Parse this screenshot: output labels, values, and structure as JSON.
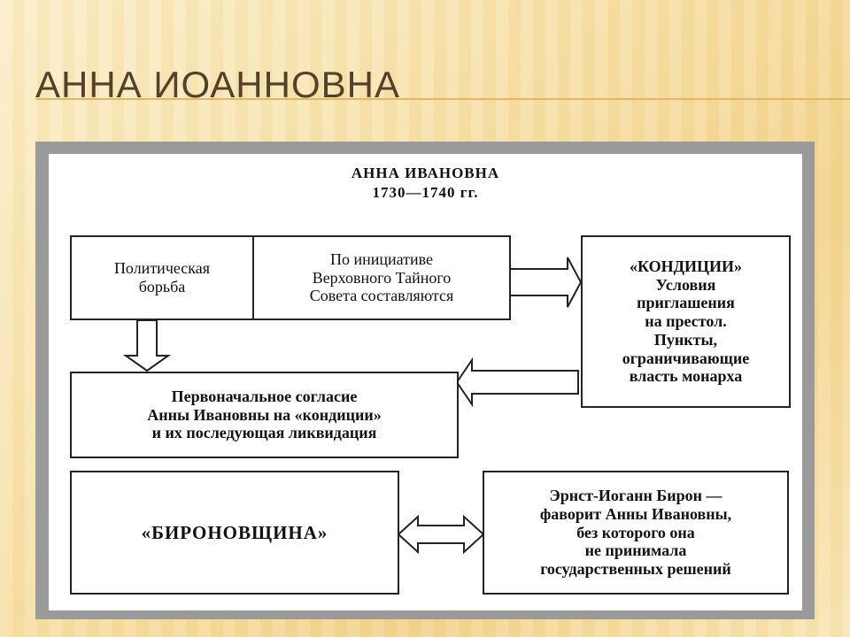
{
  "slide": {
    "title": "АННА ИОАННОВНА"
  },
  "diagram": {
    "heading_name": "АННА ИВАНОВНА",
    "heading_years": "1730—1740 гг.",
    "box_political": "Политическая\nборьба",
    "box_council": "По инициативе\nВерховного Тайного\nСовета составляются",
    "box_conditions": "«КОНДИЦИИ»\nУсловия\nприглашения\nна престол.\nПункты,\nограничивающие\nвласть монарха",
    "box_consent": "Первоначальное согласие\nАнны Ивановны на «кондиции»\nи их последующая ликвидация",
    "box_bironovshchina": "«БИРОНОВЩИНА»",
    "box_biron": "Эрнст-Иоганн Бирон —\nфаворит Анны Ивановны,\nбез которого она\nне принимала\nгосударственных решений"
  }
}
